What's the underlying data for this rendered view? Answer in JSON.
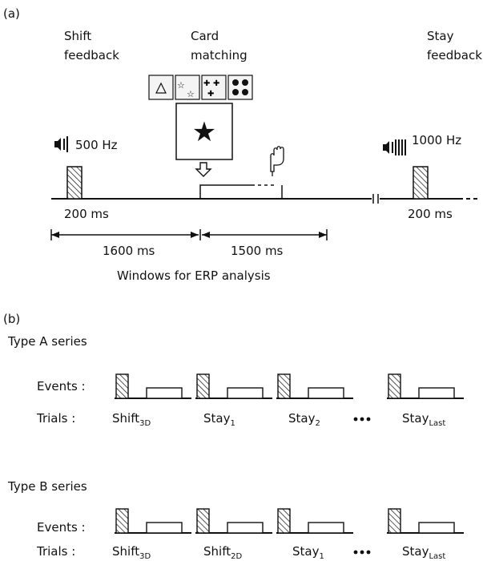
{
  "panel_a": {
    "label": "(a)",
    "shift_feedback": {
      "line1": "Shift",
      "line2": "feedback",
      "tone": "500 Hz",
      "duration": "200 ms"
    },
    "card_matching": {
      "line1": "Card",
      "line2": "matching"
    },
    "stay_feedback": {
      "line1": "Stay",
      "line2": "feedback",
      "tone": "1000 Hz",
      "duration": "200 ms"
    },
    "window1": "1600 ms",
    "window2": "1500 ms",
    "windows_caption": "Windows for ERP analysis"
  },
  "panel_b": {
    "label": "(b)",
    "type_a": {
      "title": "Type A series",
      "events_label": "Events :",
      "trials_label": "Trials :",
      "trials": [
        {
          "main": "Shift",
          "sub": "3D"
        },
        {
          "main": "Stay",
          "sub": "1"
        },
        {
          "main": "Stay",
          "sub": "2"
        },
        {
          "main": "Stay",
          "sub": "Last"
        }
      ]
    },
    "type_b": {
      "title": "Type B series",
      "events_label": "Events :",
      "trials_label": "Trials :",
      "trials": [
        {
          "main": "Shift",
          "sub": "3D"
        },
        {
          "main": "Shift",
          "sub": "2D"
        },
        {
          "main": "Stay",
          "sub": "1"
        },
        {
          "main": "Stay",
          "sub": "Last"
        }
      ]
    }
  },
  "icons": [
    "speaker-icon",
    "pointing-hand-icon",
    "star-icon",
    "triangle-icon",
    "four-dots-icon"
  ]
}
